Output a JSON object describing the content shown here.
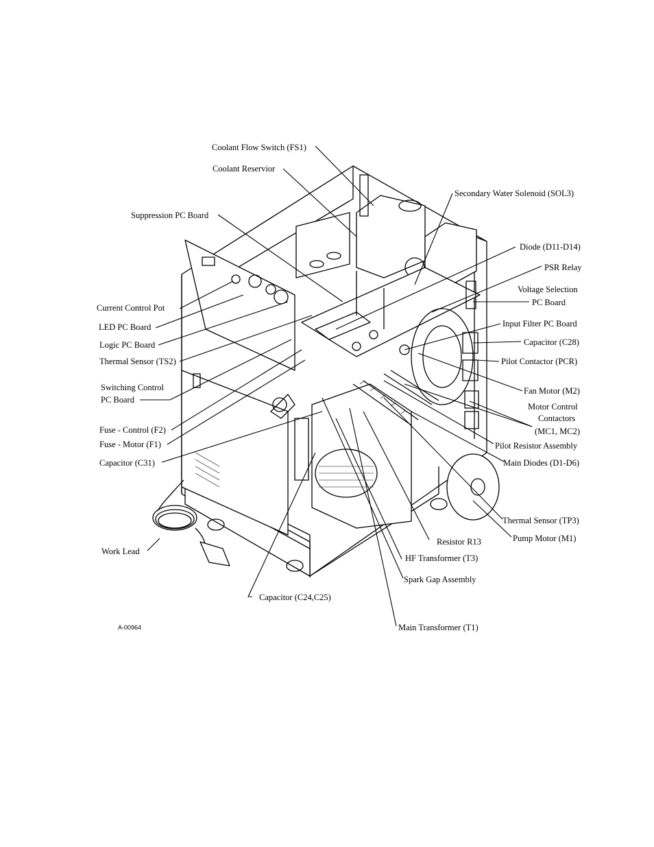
{
  "figure_id": "A-00964",
  "callouts": {
    "coolant_flow_switch": "Coolant Flow Switch (FS1)",
    "coolant_reservoir": "Coolant Reservior",
    "secondary_water_solenoid": "Secondary Water Solenoid (SOL3)",
    "suppression_pc_board": "Suppression PC Board",
    "diode_d11_d14": "Diode (D11-D14)",
    "psr_relay": "PSR Relay",
    "voltage_selection_1": "Voltage Selection",
    "voltage_selection_2": "PC Board",
    "current_control_pot": "Current Control Pot",
    "led_pc_board": "LED PC Board",
    "input_filter_pc_board": "Input Filter PC Board",
    "logic_pc_board": "Logic PC Board",
    "capacitor_c28": "Capacitor (C28)",
    "thermal_sensor_ts2": "Thermal Sensor (TS2)",
    "pilot_contactor": "Pilot Contactor (PCR)",
    "switching_control_1": "Switching Control",
    "switching_control_2": "PC Board",
    "fan_motor": "Fan Motor (M2)",
    "motor_control_1": "Motor Control",
    "motor_control_2": "Contactors",
    "motor_control_3": "(MC1, MC2)",
    "fuse_control": "Fuse - Control (F2)",
    "pilot_resistor_assembly": "Pilot Resistor Assembly",
    "fuse_motor": "Fuse - Motor (F1)",
    "capacitor_c31": "Capacitor (C31)",
    "main_diodes": "Main Diodes (D1-D6)",
    "thermal_sensor_tp3": "Thermal Sensor (TP3)",
    "pump_motor": "Pump Motor (M1)",
    "resistor_r13": "Resistor R13",
    "work_lead": "Work Lead",
    "hf_transformer": "HF Transformer (T3)",
    "spark_gap_assembly": "Spark Gap Assembly",
    "capacitor_c24_c25": "Capacitor (C24,C25)",
    "main_transformer": "Main Transformer (T1)"
  }
}
